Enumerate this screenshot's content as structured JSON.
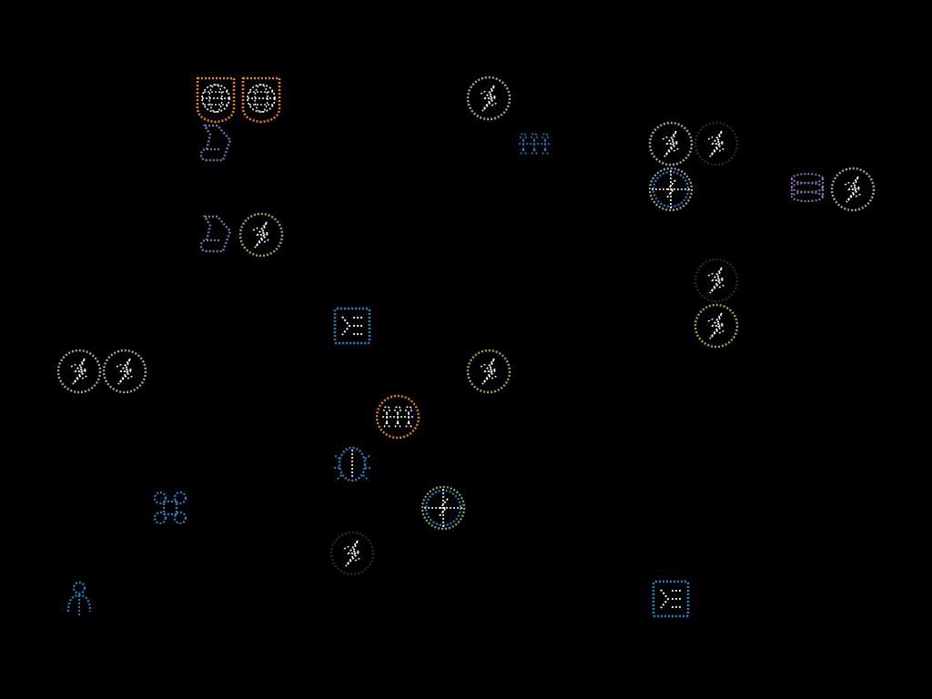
{
  "palette": {
    "background": "#000000",
    "orange": "#e0861c",
    "purple": "#8a6bb0",
    "gray": "#a8a8a8",
    "green": "#8fb246",
    "blue": "#1f86cc",
    "glyph": "#ffffff",
    "dark": "#2a2a2a"
  },
  "tiles": [
    {
      "icon": "globe-icon",
      "color": "orange"
    },
    {
      "icon": "globe-icon",
      "color": "orange"
    },
    {
      "icon": "scroll-icon",
      "color": "purple"
    },
    {
      "icon": "scroll-icon",
      "color": "purple"
    },
    {
      "icon": "lightning-icon",
      "color": "green"
    },
    {
      "icon": "lightning-icon",
      "color": "gray"
    },
    {
      "icon": "people-icon",
      "color": "blue"
    },
    {
      "icon": "lightning-icon",
      "color": "gray"
    },
    {
      "icon": "lightning-icon",
      "color": "dark"
    },
    {
      "icon": "compass-icon",
      "color": "blue"
    },
    {
      "icon": "database-icon",
      "color": "purple"
    },
    {
      "icon": "lightning-icon",
      "color": "gray"
    },
    {
      "icon": "lightning-icon",
      "color": "dark"
    },
    {
      "icon": "lightning-icon",
      "color": "green"
    },
    {
      "icon": "sigma-icon",
      "color": "blue"
    },
    {
      "icon": "lightning-icon",
      "color": "gray"
    },
    {
      "icon": "lightning-icon",
      "color": "gray"
    },
    {
      "icon": "lightning-icon",
      "color": "green"
    },
    {
      "icon": "people-icon",
      "color": "orange"
    },
    {
      "icon": "bug-icon",
      "color": "blue"
    },
    {
      "icon": "command-icon",
      "color": "blue"
    },
    {
      "icon": "compass-icon",
      "color": "green"
    },
    {
      "icon": "lightning-icon",
      "color": "dark"
    },
    {
      "icon": "person-icon",
      "color": "blue"
    },
    {
      "icon": "sigma-icon",
      "color": "blue"
    }
  ]
}
